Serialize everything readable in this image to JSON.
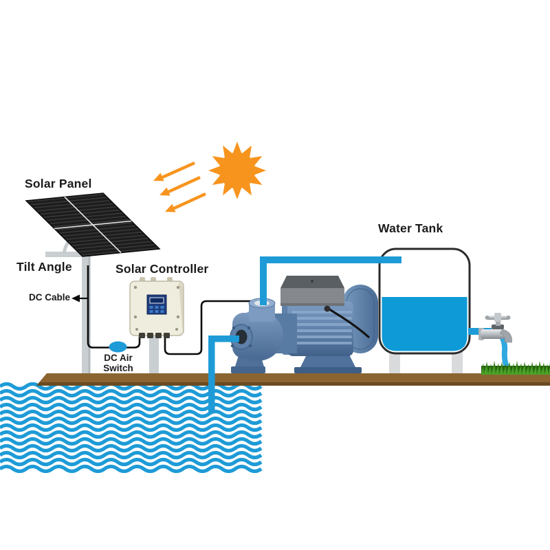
{
  "diagram": {
    "title": "Solar water pump system diagram",
    "labels": {
      "solar_panel": "Solar Panel",
      "tilt_angle": "Tilt Angle",
      "dc_cable": "DC Cable",
      "solar_controller": "Solar Controller",
      "dc_air_switch_line1": "DC Air",
      "dc_air_switch_line2": "Switch",
      "water_tank": "Water Tank"
    },
    "components": [
      "sun-icon",
      "sunray-arrows",
      "solar-panel",
      "mounting-pole",
      "tilt-arm",
      "dc-cable",
      "dc-air-switch",
      "solar-controller",
      "water-pump",
      "suction-pipe",
      "delivery-pipe",
      "water-tank",
      "faucet",
      "water-stream",
      "grass",
      "ground",
      "water-source-waves"
    ],
    "colors": {
      "pipe_blue": "#1E9BD7",
      "tank_water_blue": "#0E9AD6",
      "wave_blue": "#1E9BD7",
      "sun_orange": "#F7941E",
      "ground_brown": "#8B6430",
      "ground_brown_dark": "#6B4B22",
      "grass_green_dark": "#2F7D14",
      "grass_green_light": "#4FA32A",
      "panel_dark": "#1D1D1D",
      "controller_beige": "#EFEDDE",
      "pole_gray": "#C9CED1",
      "pump_blue": "#5F81A9",
      "cable_black": "#0A0A0A",
      "label_text": "#1A1A1A"
    }
  }
}
